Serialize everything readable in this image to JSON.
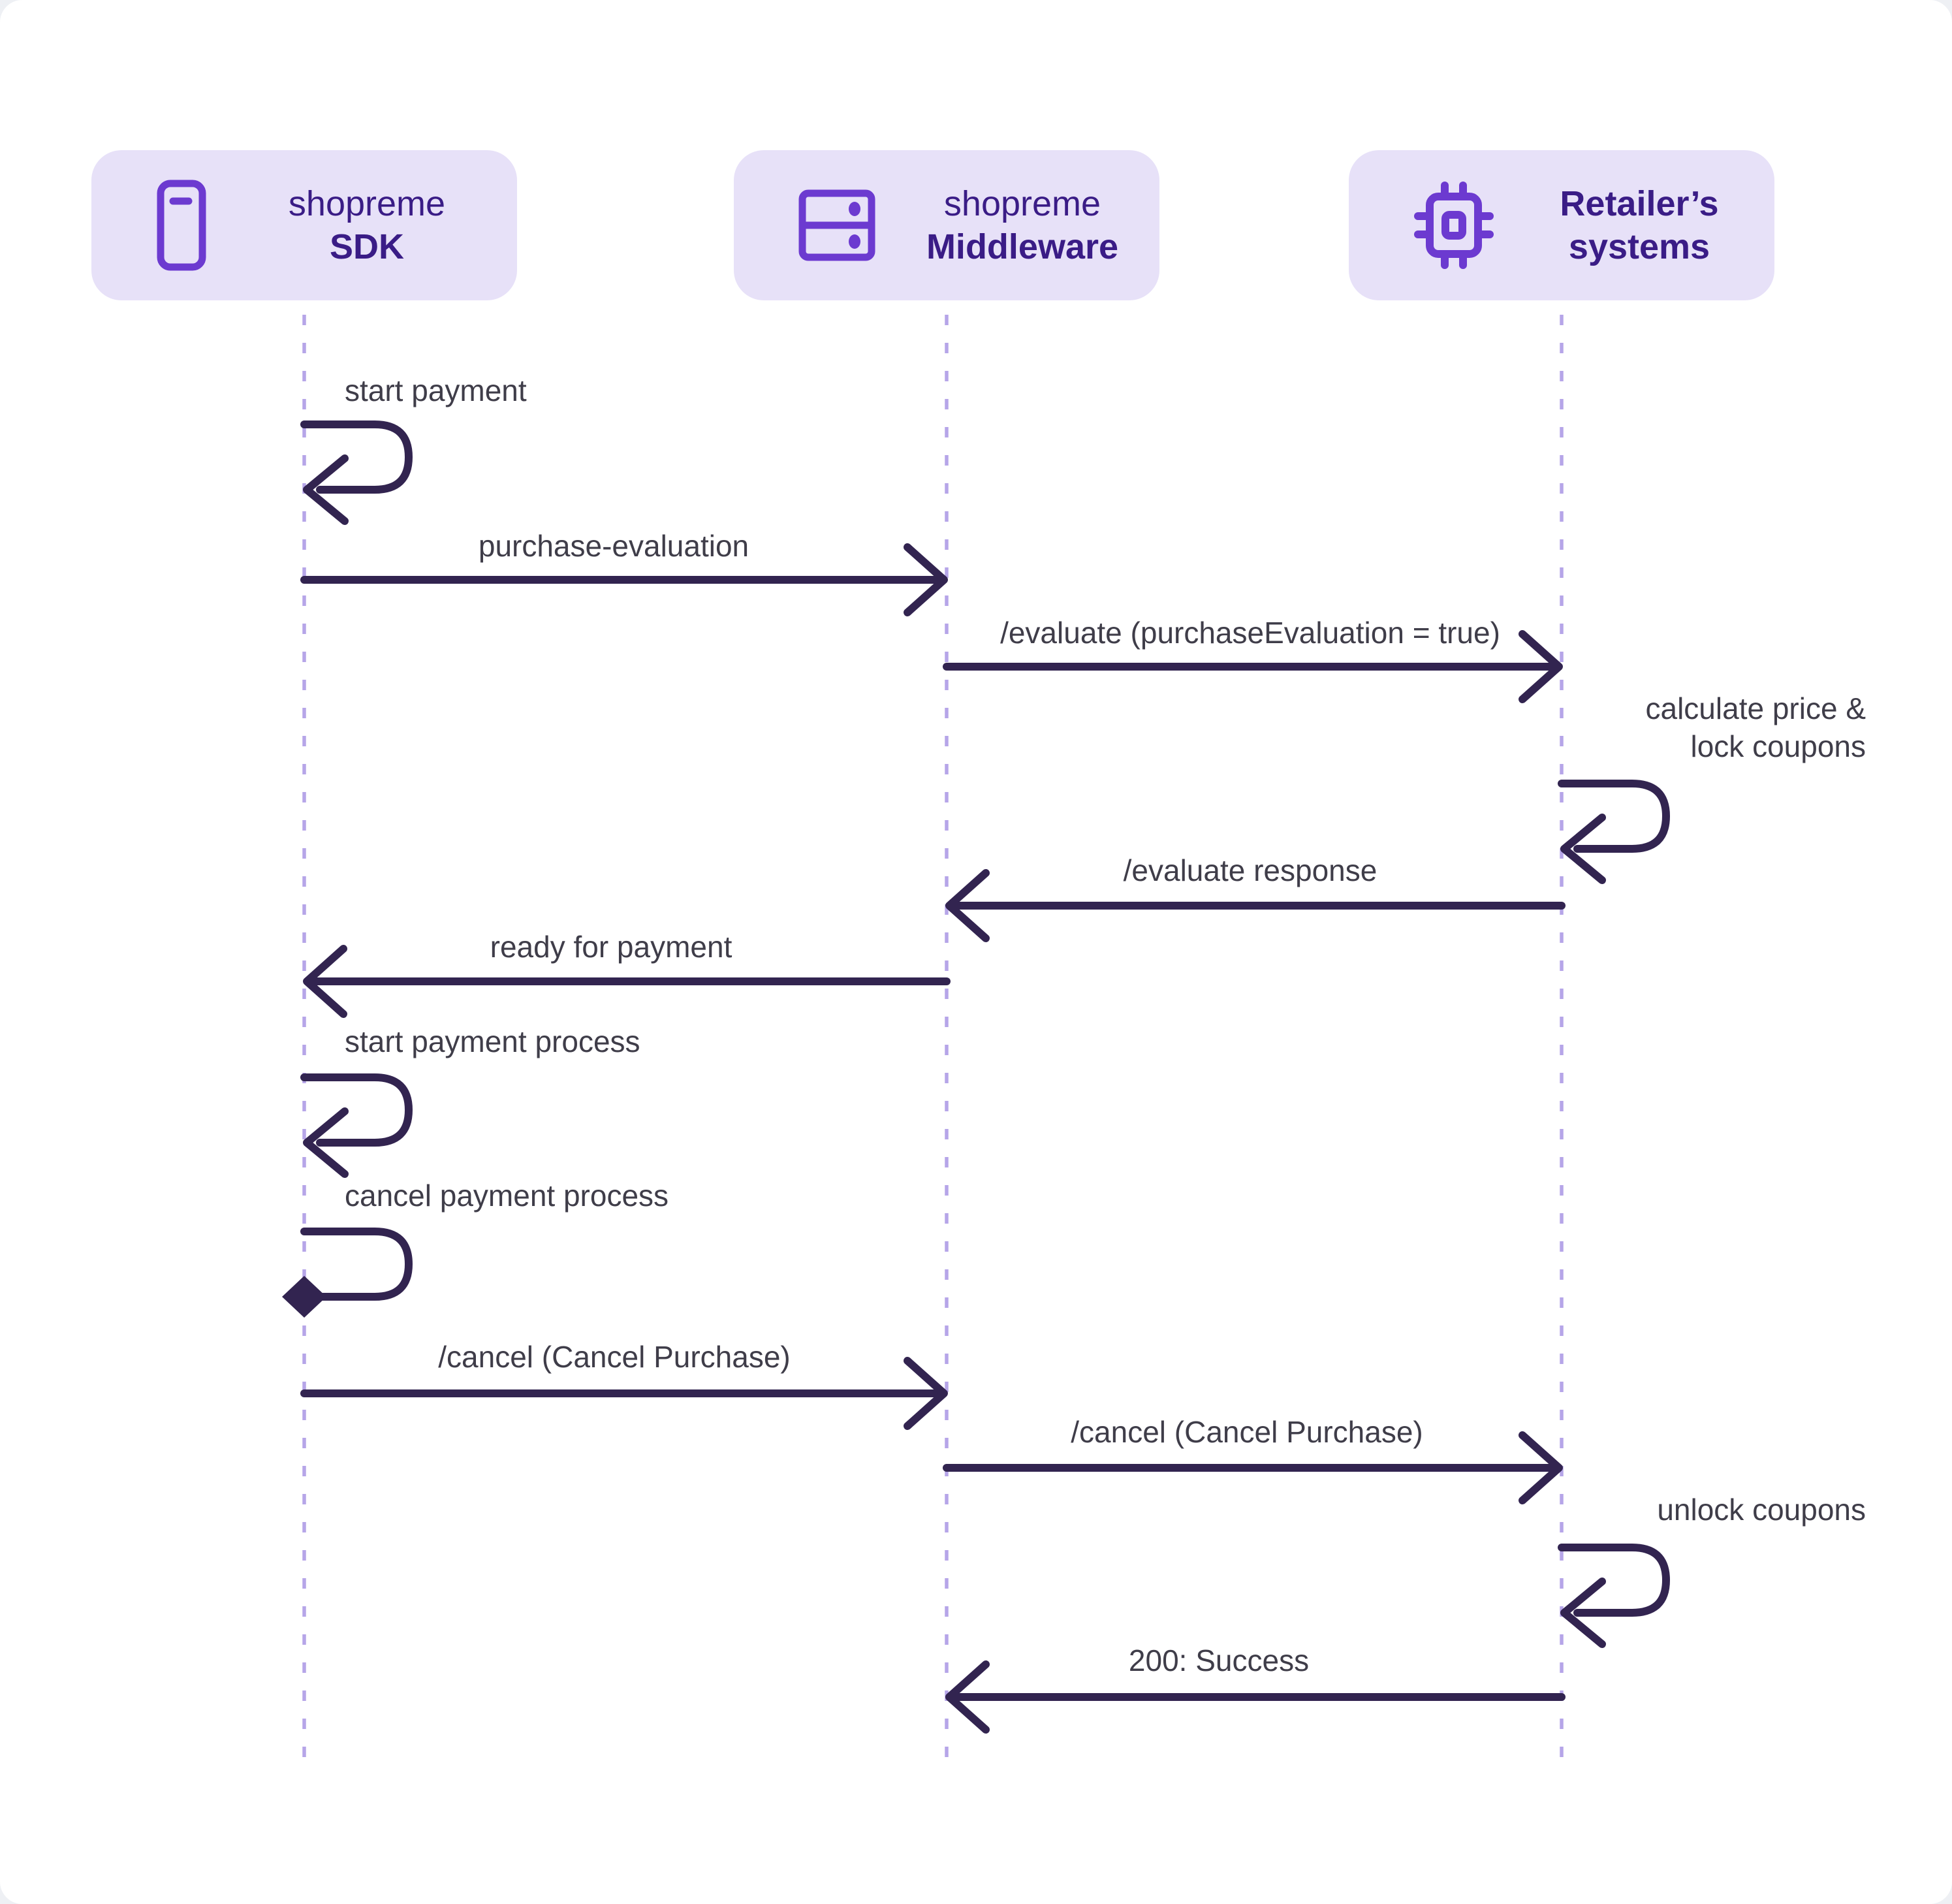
{
  "diagram": {
    "type": "sequence-diagram",
    "background": "#FFFFFF"
  },
  "colors": {
    "actor_box_bg": "#E7E1F8",
    "actor_title_text": "#3A1C86",
    "icon_stroke": "#6C3AD0",
    "arrow_stroke": "#322450",
    "message_label_text": "#3F3D49",
    "lifeline_dash": "#B6A5E8"
  },
  "actors": [
    {
      "id": "sdk",
      "line1": "shopreme",
      "line2": "SDK",
      "icon": "smartphone-icon"
    },
    {
      "id": "middleware",
      "line1": "shopreme",
      "line2": "Middleware",
      "icon": "server-icon"
    },
    {
      "id": "retailer",
      "line1": "Retailer’s",
      "line2": "systems",
      "icon": "chip-icon"
    }
  ],
  "messages": [
    {
      "kind": "self-message",
      "actor": "shopreme SDK",
      "label": "start payment"
    },
    {
      "kind": "message",
      "from": "shopreme SDK",
      "to": "shopreme Middleware",
      "label": "purchase-evaluation"
    },
    {
      "kind": "message",
      "from": "shopreme Middleware",
      "to": "Retailer’s systems",
      "label": "/evaluate (purchaseEvaluation = true)"
    },
    {
      "kind": "self-message",
      "actor": "Retailer’s systems",
      "label_line1": "calculate price &",
      "label_line2": "lock coupons"
    },
    {
      "kind": "message",
      "from": "Retailer’s systems",
      "to": "shopreme Middleware",
      "label": "/evaluate response"
    },
    {
      "kind": "message",
      "from": "shopreme Middleware",
      "to": "shopreme SDK",
      "label": "ready for payment"
    },
    {
      "kind": "self-message",
      "actor": "shopreme SDK",
      "label": "start payment process"
    },
    {
      "kind": "self-terminate",
      "actor": "shopreme SDK",
      "label": "cancel payment process"
    },
    {
      "kind": "message",
      "from": "shopreme SDK",
      "to": "shopreme Middleware",
      "label": "/cancel (Cancel Purchase)"
    },
    {
      "kind": "message",
      "from": "shopreme Middleware",
      "to": "Retailer’s systems",
      "label": "/cancel (Cancel Purchase)"
    },
    {
      "kind": "self-message",
      "actor": "Retailer’s systems",
      "label": "unlock coupons"
    },
    {
      "kind": "message",
      "from": "Retailer’s systems",
      "to": "shopreme Middleware",
      "label": "200: Success"
    }
  ]
}
